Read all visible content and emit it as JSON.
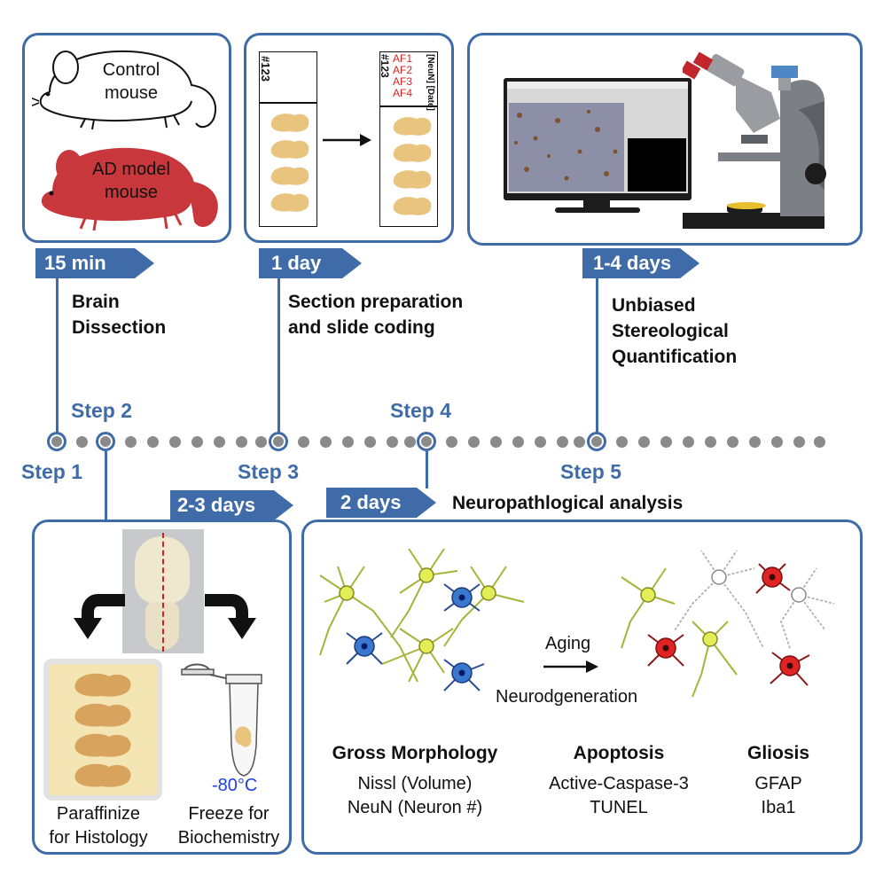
{
  "mice": {
    "control": [
      "Control",
      "mouse"
    ],
    "ad": [
      "AD model",
      "mouse"
    ]
  },
  "slides": {
    "id": "#123",
    "codes": [
      "AF1",
      "AF2",
      "AF3",
      "AF4"
    ],
    "side": "[NeuN] [Date]"
  },
  "timeline": {
    "step1": "Step 1",
    "step2": "Step 2",
    "step3": "Step 3",
    "step4": "Step 4",
    "step5": "Step 5",
    "time1": "15 min",
    "time3": "1 day",
    "time5": "1-4 days",
    "time2": "2-3 days",
    "time4": "2 days",
    "title1": [
      "Brain",
      "Dissection"
    ],
    "title3": [
      "Section preparation",
      "and slide coding"
    ],
    "title5": [
      "Unbiased",
      "Stereological",
      "Quantification"
    ],
    "title4": "Neuropathlogical analysis"
  },
  "dissection": {
    "temp": "-80°C",
    "left_caption": [
      "Paraffinize",
      "for Histology"
    ],
    "right_caption": [
      "Freeze for",
      "Biochemistry"
    ]
  },
  "analysis": {
    "aging": "Aging",
    "neurodegeneration": "Neurodgeneration",
    "columns": [
      {
        "heading": "Gross Morphology",
        "items": [
          "Nissl (Volume)",
          "NeuN (Neuron #)"
        ]
      },
      {
        "heading": "Apoptosis",
        "items": [
          "Active-Caspase-3",
          "TUNEL"
        ]
      },
      {
        "heading": "Gliosis",
        "items": [
          "GFAP",
          "Iba1"
        ]
      }
    ]
  },
  "colors": {
    "accent": "#3f6ca8",
    "ad_mouse": "#c8373b",
    "brain": "#e9c47f",
    "code_red": "#e02020",
    "temp_blue": "#1f3fe0"
  }
}
